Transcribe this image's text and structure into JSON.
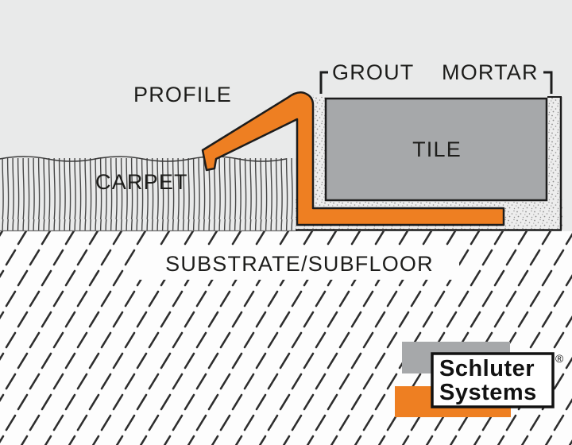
{
  "diagram": {
    "labels": {
      "profile": "PROFILE",
      "grout": "GROUT",
      "mortar": "MORTAR",
      "tile": "TILE",
      "carpet": "CARPET",
      "substrate": "SUBSTRATE/SUBFLOOR"
    },
    "logo": {
      "brand_line1": "Schluter",
      "brand_line2": "Systems",
      "registered_mark": "®"
    },
    "colors": {
      "profile_orange": "#ee7f22",
      "tile_gray": "#a6a8aa",
      "logo_gray": "#a6a8aa",
      "logo_orange": "#ee7f22",
      "background_gray": "#e9eaea",
      "ink": "#1d1d1b"
    }
  }
}
